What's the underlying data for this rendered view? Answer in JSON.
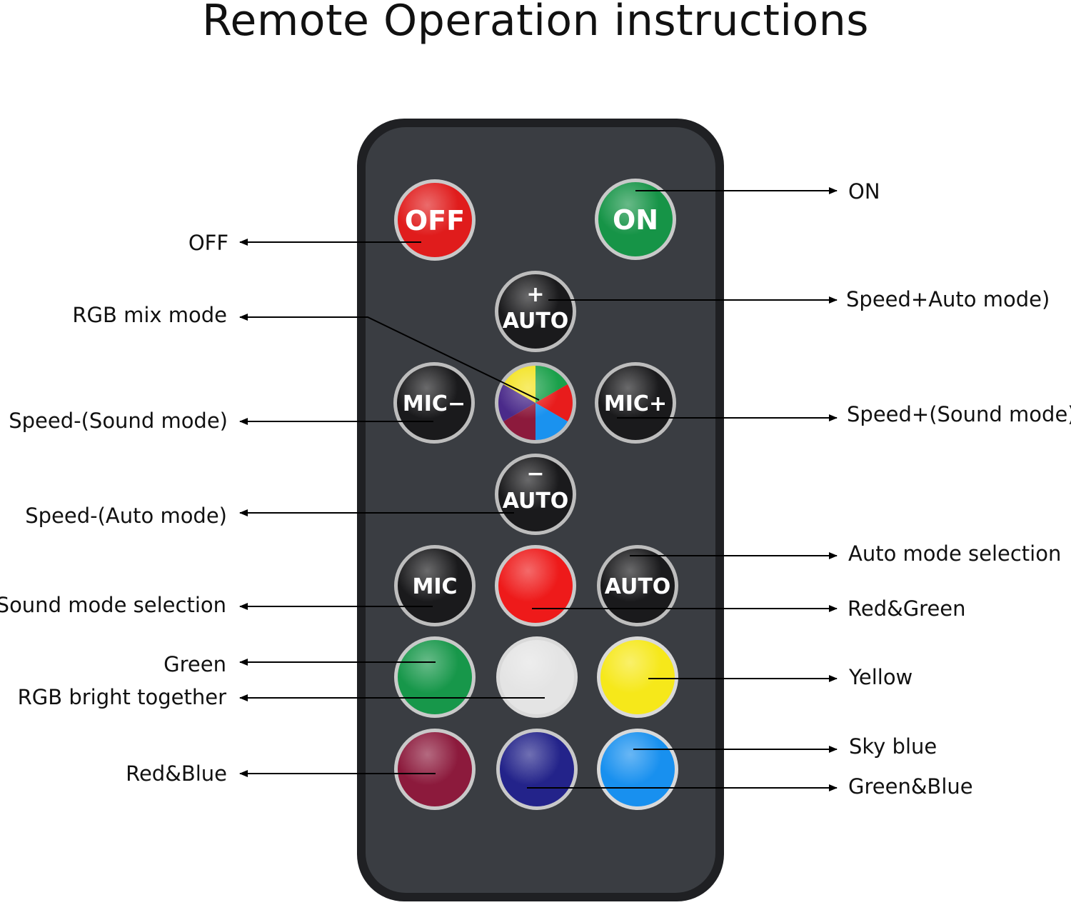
{
  "title": "Remote Operation instructions",
  "labels": {
    "on": "ON",
    "off": "OFF",
    "speed_plus_auto": "Speed+Auto mode)",
    "rgb_mix": "RGB mix mode",
    "speed_minus_sound": "Speed-(Sound mode)",
    "speed_plus_sound": "Speed+(Sound mode)",
    "speed_minus_auto": "Speed-(Auto mode)",
    "auto_mode_selection": "Auto mode selection",
    "sound_mode_selection": "Sound mode selection",
    "red_green": "Red&Green",
    "green": "Green",
    "yellow": "Yellow",
    "rgb_bright": "RGB bright together",
    "sky_blue": "Sky blue",
    "red_blue": "Red&Blue",
    "green_blue": "Green&Blue"
  },
  "buttons": {
    "off": "OFF",
    "on": "ON",
    "auto_plus_sign": "+",
    "auto_plus": "AUTO",
    "mic_minus": "MIC−",
    "mic_plus": "MIC+",
    "auto_minus_sign": "−",
    "auto_minus": "AUTO",
    "mic": "MIC",
    "auto": "AUTO"
  },
  "colors": {
    "remote_body": "#3a3d42",
    "remote_border": "#1c1d20",
    "off_button": "#e01c1c",
    "on_button": "#169447",
    "dark_button": "#1a1a1c",
    "red_button": "#ee1a1a",
    "green_button": "#17974a",
    "white_button": "#e4e4e4",
    "yellow_button": "#f6e81a",
    "maroon_button": "#8c1a3c",
    "navy_button": "#23238a",
    "skyblue_button": "#1890ef"
  }
}
